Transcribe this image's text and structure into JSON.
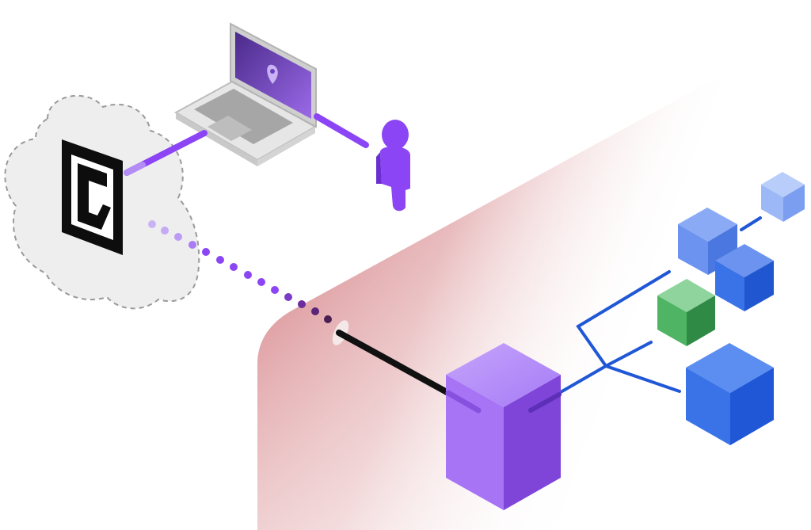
{
  "diagram": {
    "nodes": [
      {
        "id": "cloud-service",
        "icon": "logo-c-icon"
      },
      {
        "id": "laptop",
        "icon": "laptop-icon",
        "screen_icon": "location-pin-icon"
      },
      {
        "id": "user",
        "icon": "person-icon"
      },
      {
        "id": "firewall",
        "icon": "wall-icon"
      },
      {
        "id": "gateway",
        "icon": "cube-icon"
      },
      {
        "id": "resource-1",
        "icon": "cube-icon"
      },
      {
        "id": "resource-2",
        "icon": "cube-icon"
      },
      {
        "id": "resource-3",
        "icon": "cube-icon"
      },
      {
        "id": "resource-4",
        "icon": "cube-icon"
      },
      {
        "id": "resource-5",
        "icon": "cube-icon"
      }
    ],
    "edges": [
      {
        "from": "cloud-service",
        "to": "laptop",
        "style": "solid"
      },
      {
        "from": "laptop",
        "to": "user",
        "style": "solid"
      },
      {
        "from": "cloud-service",
        "to": "firewall",
        "style": "dotted"
      },
      {
        "from": "firewall",
        "to": "gateway",
        "style": "solid"
      },
      {
        "from": "gateway",
        "to": "resource-2",
        "style": "solid"
      },
      {
        "from": "gateway",
        "to": "resource-4",
        "style": "solid"
      },
      {
        "from": "gateway",
        "to": "resource-5",
        "style": "solid"
      },
      {
        "from": "resource-1",
        "to": "resource-3",
        "style": "solid"
      }
    ]
  },
  "colors": {
    "purple": "#8b45f5",
    "purple_light": "#b48cf5",
    "wall_red": "#c04048",
    "blue": "#1f57d6",
    "green": "#3aa757",
    "cloud_gray": "#eeeeee",
    "line_black": "#111111"
  }
}
